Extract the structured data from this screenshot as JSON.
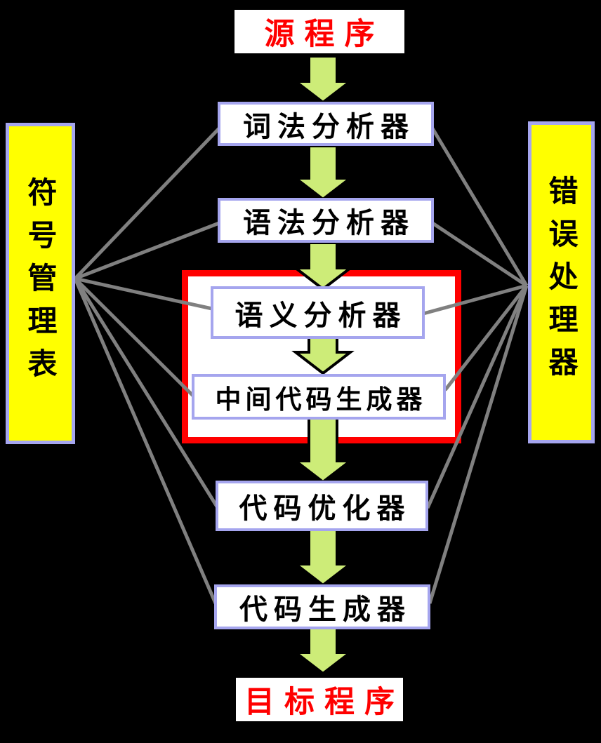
{
  "diagram": {
    "source": {
      "label": "源程序"
    },
    "phases": [
      {
        "label": "词法分析器"
      },
      {
        "label": "语法分析器"
      },
      {
        "label": "语义分析器"
      },
      {
        "label": "中间代码生成器"
      },
      {
        "label": "代码优化器"
      },
      {
        "label": "代码生成器"
      }
    ],
    "target": {
      "label": "目标程序"
    },
    "left_panel": {
      "label": "符号管理表"
    },
    "right_panel": {
      "label": "错误处理器"
    },
    "flow": [
      "源程序",
      "词法分析器",
      "语法分析器",
      "语义分析器",
      "中间代码生成器",
      "代码优化器",
      "代码生成器",
      "目标程序"
    ],
    "highlight": {
      "around": [
        "语义分析器",
        "中间代码生成器"
      ],
      "border_color": "#ff0000"
    },
    "panel_links": {
      "left_panel_connects_to": [
        "词法分析器",
        "语法分析器",
        "语义分析器",
        "中间代码生成器",
        "代码优化器",
        "代码生成器"
      ],
      "right_panel_connects_to": [
        "词法分析器",
        "语法分析器",
        "语义分析器",
        "中间代码生成器",
        "代码优化器",
        "代码生成器"
      ]
    },
    "colors": {
      "background": "#000000",
      "node_fill": "#ffffff",
      "node_border": "#a5a5ee",
      "node_text": "#000000",
      "terminal_fill": "#ffffff",
      "terminal_text": "#ff0000",
      "terminal_border": "#000000",
      "panel_fill": "#ffff00",
      "panel_border": "#a5a5ee",
      "arrow_fill": "#cdec78",
      "arrow_outline": "#000000",
      "connector_line": "#808080",
      "highlight_border": "#ff0000"
    }
  }
}
